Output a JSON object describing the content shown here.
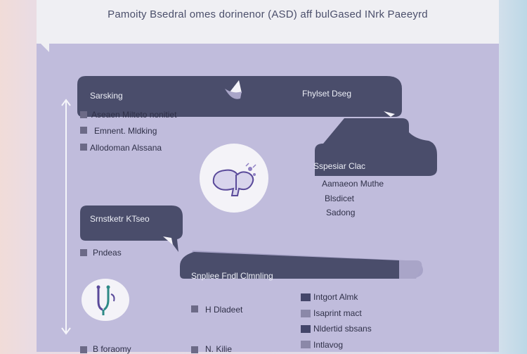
{
  "title": "Pamoity Bsedral omes dorinenor (ASD) aff bulGased INrk Paeeyrd",
  "nodes": {
    "top_left": "Sarsking",
    "top_right": "Fhylset Dseg",
    "right_mid": "Sspesiar Clac",
    "left_mid": "Srnstketr KTseo",
    "bottom_bar": "Snpliee Fndl Clmnling"
  },
  "lists": {
    "left_top": [
      "Aseaen Milteto nonitiet",
      "Emnent. Mldking",
      "Allodoman Alssana"
    ],
    "right_mid": [
      "Aamaeon Muthe",
      "Blsdicet",
      "Sadong"
    ],
    "left_low": [
      "Pndeas"
    ],
    "bottom_mid": [
      "H Dladeet"
    ],
    "bottom_right": [
      "Intgort Almk",
      "Isaprint mact",
      "Nldertid sbsans",
      "Intlavog"
    ],
    "footer_left": [
      "B foraomy"
    ],
    "footer_mid": [
      "N. Kilie"
    ]
  },
  "icons": {
    "center": "brain-organ-icon",
    "lower": "stethoscope-icon",
    "axis": "double-arrow-icon"
  },
  "colors": {
    "panel": "#c0bcdc",
    "bar": "#4a4d6b",
    "header": "#efeff3",
    "icon_purple": "#5a4a9a",
    "icon_teal": "#2e8a86"
  }
}
